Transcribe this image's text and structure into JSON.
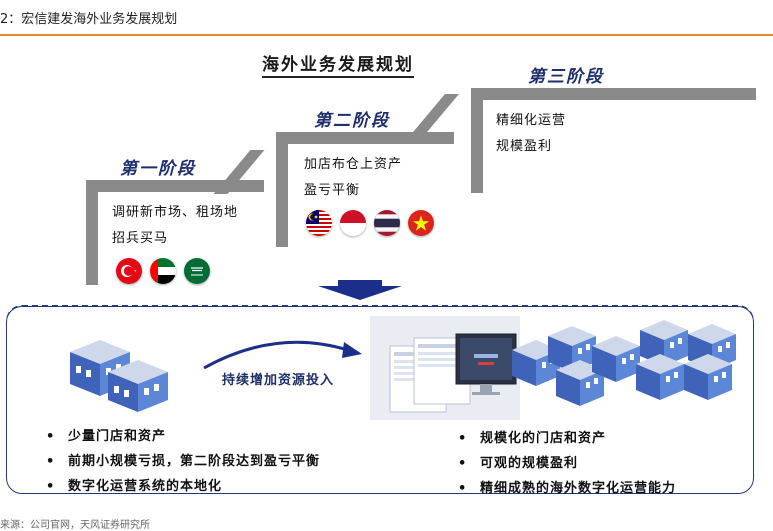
{
  "caption": "2：宏信建发海外业务发展规划",
  "title": "海外业务发展规划",
  "stages": [
    {
      "title": "第一阶段",
      "lines": [
        "调研新市场、租场地",
        "招兵买马"
      ]
    },
    {
      "title": "第二阶段",
      "lines": [
        "加店布仓上资产",
        "盈亏平衡"
      ]
    },
    {
      "title": "第三阶段",
      "lines": [
        "精细化运营",
        "规模盈利"
      ]
    }
  ],
  "flags": {
    "stage1": [
      "turkey-flag-icon",
      "uae-flag-icon",
      "saudi-flag-icon"
    ],
    "stage2": [
      "malaysia-flag-icon",
      "indonesia-flag-icon",
      "thailand-flag-icon",
      "vietnam-flag-icon"
    ]
  },
  "invest_label": "持续增加资源投入",
  "left_points": [
    "少量门店和资产",
    "前期小规模亏损，第二阶段达到盈亏平衡",
    "数字化运营系统的本地化"
  ],
  "right_points": [
    "规模化的门店和资产",
    "可观的规模盈利",
    "精细成熟的海外数字化运营能力"
  ],
  "bullet_symbol": "•",
  "footer": "来源：公司官网，天风证券研究所",
  "colors": {
    "accent": "#e08a2c",
    "stage_title": "#1e2f6b",
    "step_bar": "#8a8a8a",
    "box_border": "#223a7a"
  }
}
